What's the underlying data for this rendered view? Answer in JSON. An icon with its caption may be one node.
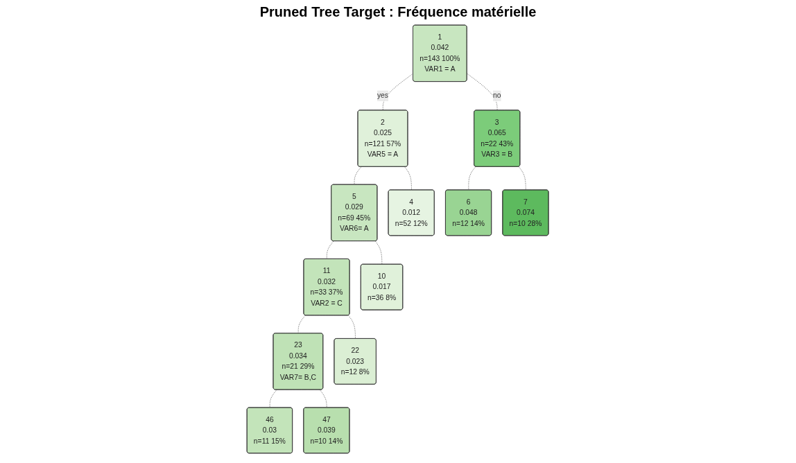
{
  "diagram": {
    "title": "Pruned Tree Target : Fréquence  matérielle",
    "nodes": [
      {
        "text": [
          "1",
          "0.042",
          "n=143  100%",
          "VAR1  = A"
        ]
      },
      {
        "text": [
          "2",
          "0.025",
          "n=121  57%",
          "VAR5 = A"
        ]
      },
      {
        "text": [
          "3",
          "0.065",
          "n=22  43%",
          "VAR3 = B"
        ]
      },
      {
        "text": [
          "5",
          "0.029",
          "n=69  45%",
          "VAR6= A"
        ]
      },
      {
        "text": [
          "11",
          "0.032",
          "n=33  37%",
          "VAR2 = C"
        ]
      },
      {
        "text": [
          "23",
          "0.034",
          "n=21  29%",
          "VAR7= B,C"
        ]
      },
      {
        "text": [
          "4",
          "0.012",
          "n=52  12%"
        ]
      },
      {
        "text": [
          "10",
          "0.017",
          "n=36  8%"
        ]
      },
      {
        "text": [
          "22",
          "0.023",
          "n=12  8%"
        ]
      },
      {
        "text": [
          "46",
          "0.03",
          "n=11  15%"
        ]
      },
      {
        "text": [
          "47",
          "0.039",
          "n=10  14%"
        ]
      },
      {
        "text": [
          "6",
          "0.048",
          "n=12  14%"
        ]
      },
      {
        "text": [
          "7",
          "0.074",
          "n=10  28%"
        ]
      }
    ],
    "edges": [
      {
        "from": 0,
        "to": 1,
        "arrow": "none",
        "style": "dashed",
        "label": "yes"
      },
      {
        "from": 0,
        "to": 2,
        "arrow": "none",
        "style": "dashed",
        "label": "no"
      },
      {
        "from": 1,
        "to": 6,
        "arrow": "none",
        "style": "dashed"
      },
      {
        "from": 1,
        "to": 3,
        "arrow": "none",
        "style": "dashed"
      },
      {
        "from": 3,
        "to": 7,
        "arrow": "none",
        "style": "dashed"
      },
      {
        "from": 3,
        "to": 4,
        "arrow": "none",
        "style": "dashed"
      },
      {
        "from": 4,
        "to": 8,
        "arrow": "none",
        "style": "dashed"
      },
      {
        "from": 4,
        "to": 5,
        "arrow": "none",
        "style": "dashed"
      },
      {
        "from": 5,
        "to": 9,
        "arrow": "none",
        "style": "dashed"
      },
      {
        "from": 5,
        "to": 10,
        "arrow": "none",
        "style": "dashed"
      },
      {
        "from": 2,
        "to": 11,
        "arrow": "none",
        "style": "dashed"
      },
      {
        "from": 2,
        "to": 12,
        "arrow": "none",
        "style": "dashed"
      }
    ]
  }
}
